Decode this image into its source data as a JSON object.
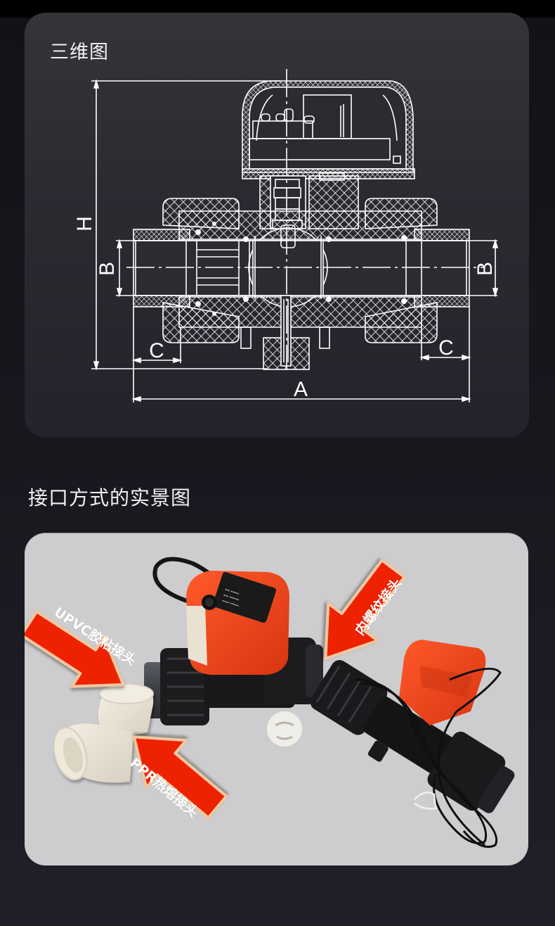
{
  "sections": [
    {
      "title": "三维图",
      "diagram": {
        "type": "valve-cross-section",
        "dimension_labels": {
          "height": "H",
          "bore_left": "B",
          "bore_right": "B",
          "socket_left": "C",
          "socket_right": "C",
          "overall_length": "A"
        }
      }
    },
    {
      "title": "接口方式的实景图",
      "photo": {
        "callouts": [
          {
            "label": "UPVC胶粘接头"
          },
          {
            "label": "内螺纹接头"
          },
          {
            "label": "PPR热熔接头"
          }
        ]
      }
    }
  ],
  "colors": {
    "background": "#17171e",
    "diagram_card": "#2c2c33",
    "diagram_line": "#ffffff",
    "photo_card": "#cdcdcf",
    "callout_red": "#ee2200",
    "callout_border": "#f0c8a0",
    "actuator_red": "#e8401c"
  }
}
